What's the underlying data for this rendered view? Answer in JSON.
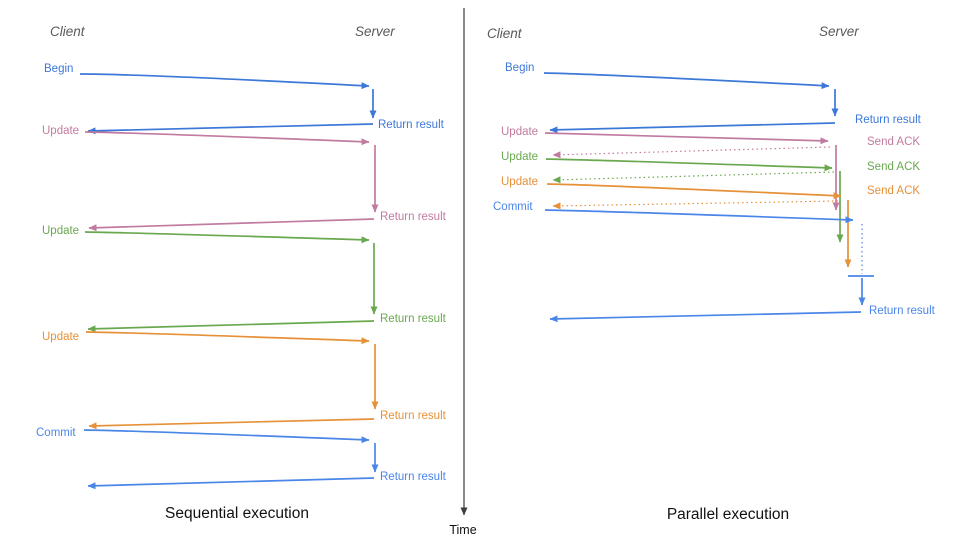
{
  "colors": {
    "begin_blue": "#3c78d8",
    "commit_blue": "#4a86e8",
    "update_pink": "#c27ba0",
    "update_green": "#6aa84f",
    "update_orange": "#e69138",
    "axis_gray": "#3d3d3d",
    "header_gray": "#595959",
    "title_black": "#111111"
  },
  "time_axis": {
    "label": "Time"
  },
  "sequential": {
    "title": "Sequential execution",
    "client_header": "Client",
    "server_header": "Server",
    "messages": [
      {
        "label": "Begin",
        "color": "#3c78d8",
        "result": "Return result"
      },
      {
        "label": "Update",
        "color": "#c27ba0",
        "result": "Return result"
      },
      {
        "label": "Update",
        "color": "#6aa84f",
        "result": "Return result"
      },
      {
        "label": "Update",
        "color": "#e69138",
        "result": "Return result"
      },
      {
        "label": "Commit",
        "color": "#4a86e8",
        "result": "Return result"
      }
    ]
  },
  "parallel": {
    "title": "Parallel execution",
    "client_header": "Client",
    "server_header": "Server",
    "messages": [
      {
        "label": "Begin",
        "color": "#3c78d8",
        "result": "Return result"
      },
      {
        "label": "Update",
        "color": "#c27ba0",
        "ack": "Send ACK"
      },
      {
        "label": "Update",
        "color": "#6aa84f",
        "ack": "Send ACK"
      },
      {
        "label": "Update",
        "color": "#e69138",
        "ack": "Send ACK"
      },
      {
        "label": "Commit",
        "color": "#4a86e8",
        "result": "Return result"
      }
    ]
  }
}
